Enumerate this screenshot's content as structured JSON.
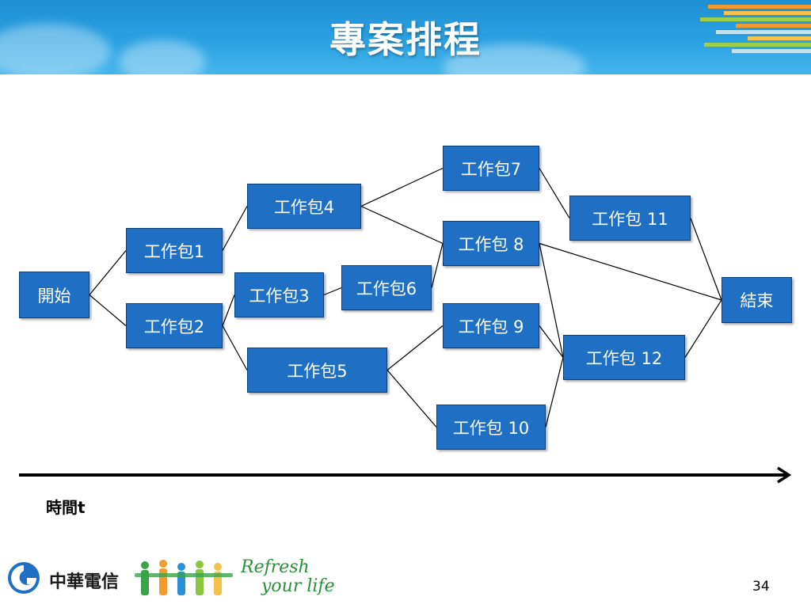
{
  "slide": {
    "title": "專案排程",
    "time_label": "時間t",
    "page_number": "34"
  },
  "footer": {
    "company_name": "中華電信",
    "slogan_line1": "Refresh",
    "slogan_line2": "your life"
  },
  "diagram": {
    "nodes": [
      {
        "id": "start",
        "label": "開始"
      },
      {
        "id": "wp1",
        "label": "工作包1"
      },
      {
        "id": "wp2",
        "label": "工作包2"
      },
      {
        "id": "wp3",
        "label": "工作包3"
      },
      {
        "id": "wp4",
        "label": "工作包4"
      },
      {
        "id": "wp5",
        "label": "工作包5"
      },
      {
        "id": "wp6",
        "label": "工作包6"
      },
      {
        "id": "wp7",
        "label": "工作包7"
      },
      {
        "id": "wp8",
        "label": "工作包 8"
      },
      {
        "id": "wp9",
        "label": "工作包 9"
      },
      {
        "id": "wp10",
        "label": "工作包 10"
      },
      {
        "id": "wp11",
        "label": "工作包 11"
      },
      {
        "id": "wp12",
        "label": "工作包 12"
      },
      {
        "id": "end",
        "label": "結束"
      }
    ],
    "edges": [
      [
        "start",
        "wp1"
      ],
      [
        "start",
        "wp2"
      ],
      [
        "wp1",
        "wp4"
      ],
      [
        "wp2",
        "wp3"
      ],
      [
        "wp2",
        "wp5"
      ],
      [
        "wp3",
        "wp6"
      ],
      [
        "wp4",
        "wp7"
      ],
      [
        "wp4",
        "wp8"
      ],
      [
        "wp6",
        "wp8"
      ],
      [
        "wp5",
        "wp9"
      ],
      [
        "wp5",
        "wp10"
      ],
      [
        "wp7",
        "wp11"
      ],
      [
        "wp8",
        "wp12"
      ],
      [
        "wp8",
        "end"
      ],
      [
        "wp9",
        "wp12"
      ],
      [
        "wp10",
        "wp12"
      ],
      [
        "wp11",
        "end"
      ],
      [
        "wp12",
        "end"
      ]
    ],
    "colors": {
      "node_fill": "#1f6fc5",
      "node_border": "#0d3f7a",
      "node_text": "#ffffff",
      "edge": "#000000"
    }
  }
}
